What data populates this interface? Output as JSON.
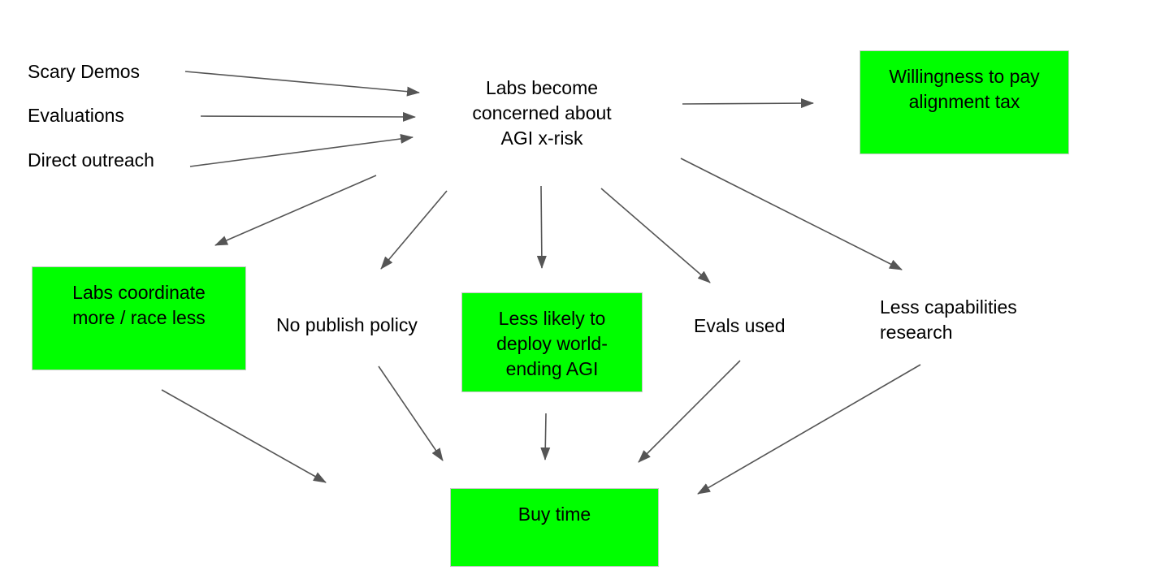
{
  "diagram": {
    "nodes": {
      "scary_demos": "Scary Demos",
      "evaluations": "Evaluations",
      "direct_outreach": "Direct outreach",
      "labs_concerned": "Labs become\nconcerned about\nAGI x-risk",
      "willingness": "Willingness to pay\nalignment tax",
      "coordinate": "Labs coordinate\nmore / race less",
      "no_publish": "No publish policy",
      "less_likely": "Less likely to\ndeploy world-\nending AGI",
      "evals_used": "Evals used",
      "less_capabilities": "Less capabilities\nresearch",
      "buy_time": "Buy time"
    },
    "edges": [
      {
        "from": "scary_demos",
        "to": "labs_concerned"
      },
      {
        "from": "evaluations",
        "to": "labs_concerned"
      },
      {
        "from": "direct_outreach",
        "to": "labs_concerned"
      },
      {
        "from": "labs_concerned",
        "to": "willingness"
      },
      {
        "from": "labs_concerned",
        "to": "coordinate"
      },
      {
        "from": "labs_concerned",
        "to": "no_publish"
      },
      {
        "from": "labs_concerned",
        "to": "less_likely"
      },
      {
        "from": "labs_concerned",
        "to": "evals_used"
      },
      {
        "from": "labs_concerned",
        "to": "less_capabilities"
      },
      {
        "from": "coordinate",
        "to": "buy_time"
      },
      {
        "from": "no_publish",
        "to": "buy_time"
      },
      {
        "from": "less_likely",
        "to": "buy_time"
      },
      {
        "from": "evals_used",
        "to": "buy_time"
      },
      {
        "from": "less_capabilities",
        "to": "buy_time"
      }
    ],
    "colors": {
      "box_fill": "#00ff00",
      "arrow": "#555555",
      "text": "#000000"
    }
  }
}
